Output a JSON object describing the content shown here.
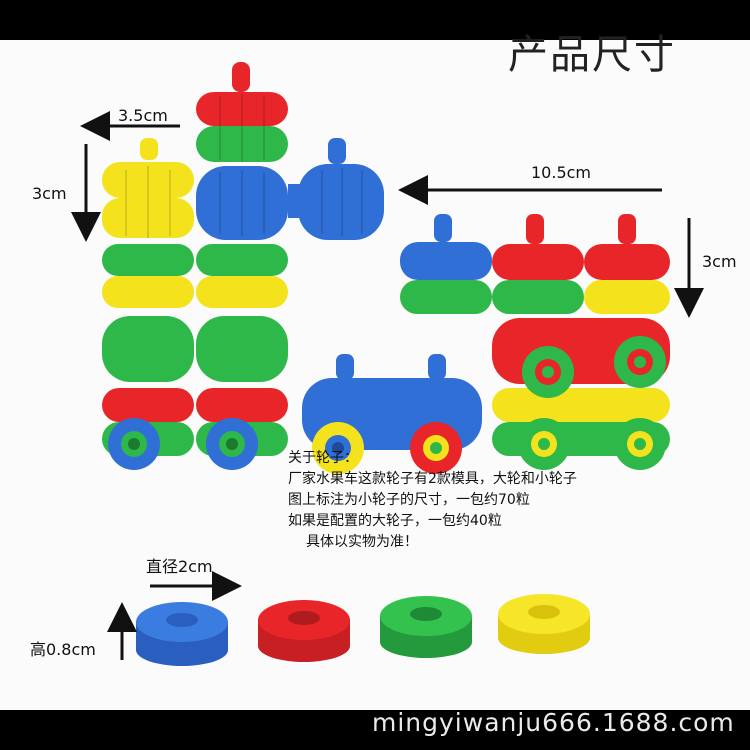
{
  "title": "产品尺寸",
  "dims": {
    "top_width": "3.5cm",
    "left_height": "3cm",
    "train_length": "10.5cm",
    "right_height": "3cm",
    "wheel_diameter": "直径2cm",
    "wheel_height": "高0.8cm"
  },
  "note": {
    "heading": "关于轮子：",
    "lines": [
      "厂家水果车这款轮子有2款模具，大轮和小轮子",
      "图上标注为小轮子的尺寸，一包约70粒",
      "如果是配置的大轮子，一包约40粒",
      "具体以实物为准！"
    ]
  },
  "watermark": "mingyiwanju666.1688.com",
  "colors": {
    "red": "#e8262a",
    "green": "#2fb84a",
    "yellow": "#f4e21c",
    "blue": "#2f6fd6",
    "background": "#fbfbfb",
    "band": "#000000"
  }
}
